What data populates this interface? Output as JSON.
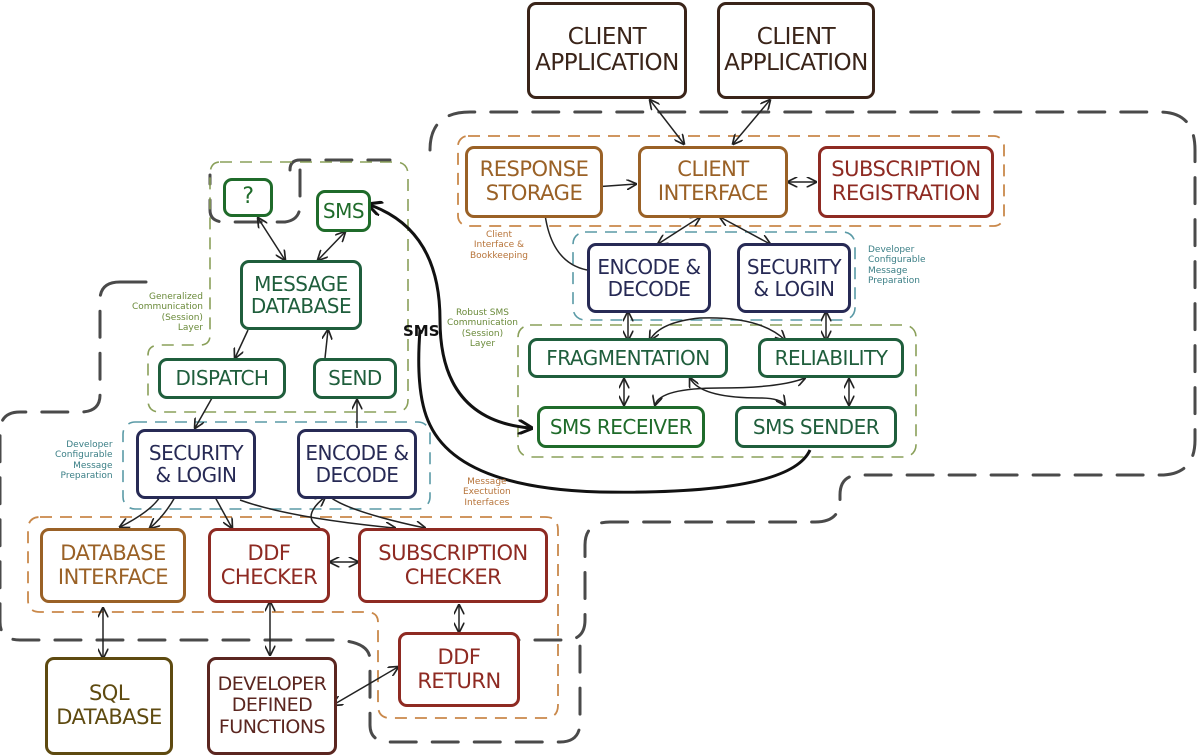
{
  "colors": {
    "dark": "#3a2419",
    "orange": "#9a6126",
    "red": "#8e2a22",
    "green": "#1f5e3c",
    "bright_green": "#1f6b2a",
    "navy": "#272a55",
    "olive": "#5e4a10",
    "maroon": "#5b2620",
    "gray_dash": "#4a4a4a",
    "teal_note": "#3b7f86",
    "green_note": "#6a8a3a",
    "orange_note": "#b7743a"
  },
  "nodes": {
    "client_app_1": "CLIENT\nAPPLICATION",
    "client_app_2": "CLIENT\nAPPLICATION",
    "response_storage": "RESPONSE\nSTORAGE",
    "client_interface": "CLIENT\nINTERFACE",
    "subscription_registration": "SUBSCRIPTION\nREGISTRATION",
    "encode_decode_right": "ENCODE &\nDECODE",
    "security_login_right": "SECURITY\n& LOGIN",
    "fragmentation": "FRAGMENTATION",
    "reliability": "RELIABILITY",
    "sms_receiver": "SMS RECEIVER",
    "sms_sender": "SMS SENDER",
    "unknown": "?",
    "sms": "SMS",
    "message_database": "MESSAGE\nDATABASE",
    "dispatch": "DISPATCH",
    "send": "SEND",
    "security_login_left": "SECURITY\n& LOGIN",
    "encode_decode_left": "ENCODE &\nDECODE",
    "database_interface": "DATABASE\nINTERFACE",
    "ddf_checker": "DDF\nCHECKER",
    "subscription_checker": "SUBSCRIPTION\nCHECKER",
    "ddf_return": "DDF\nRETURN",
    "sql_database": "SQL\nDATABASE",
    "developer_defined_functions": "DEVELOPER\nDEFINED\nFUNCTIONS"
  },
  "notes": {
    "client_interface_bookkeeping": "Client\nInterface &\nBookkeeping",
    "dev_config_right": "Developer\nConfigurable\nMessage\nPreparation",
    "generalized_comm": "Generalized\nCommunication\n(Session)\nLayer",
    "robust_sms": "Robust SMS\nCommunication\n(Session)\nLayer",
    "dev_config_left": "Developer\nConfigurable\nMessage\nPreparation",
    "message_execution": "Message\nExectution\nInterfaces"
  },
  "connector_label": "SMS"
}
